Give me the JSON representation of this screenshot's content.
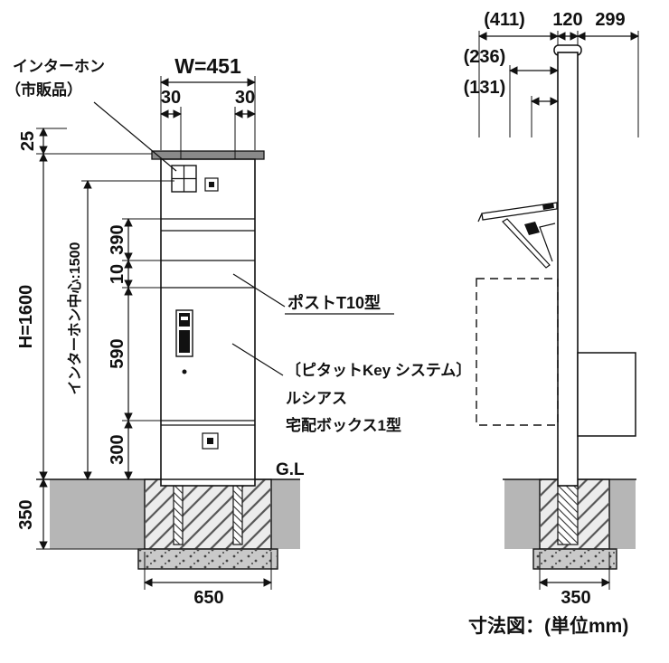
{
  "front": {
    "intercom_label_line1": "インターホン",
    "intercom_label_line2": "（市販品）",
    "dim_w": "W=451",
    "dim_30_left": "30",
    "dim_30_right": "30",
    "dim_25": "25",
    "dim_h": "H=1600",
    "dim_intercom_center": "インターホン中心:1500",
    "dim_390": "390",
    "dim_10": "10",
    "dim_590": "590",
    "dim_300": "300",
    "dim_350": "350",
    "dim_650": "650",
    "label_post_model": "ポストT10型",
    "label_key_system": "〔ピタットKey システム〕",
    "label_brand": "ルシアス",
    "label_box_model": "宅配ボックス1型",
    "label_ground_line": "G.L"
  },
  "side": {
    "dim_411": "(411)",
    "dim_120": "120",
    "dim_299": "299",
    "dim_236": "(236)",
    "dim_131": "(131)",
    "dim_350": "350"
  },
  "footer": {
    "note": "寸法図：(単位mm)"
  }
}
